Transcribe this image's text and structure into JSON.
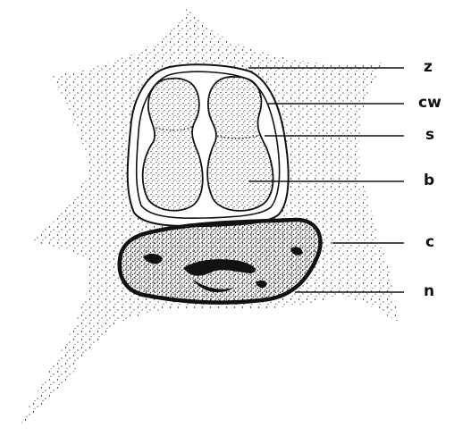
{
  "labels": {
    "z": "z",
    "cw": "cw",
    "s": "s",
    "b": "b",
    "c": "c",
    "n": "n"
  },
  "colors": {
    "ink": "#111111",
    "paper": "#ffffff"
  }
}
